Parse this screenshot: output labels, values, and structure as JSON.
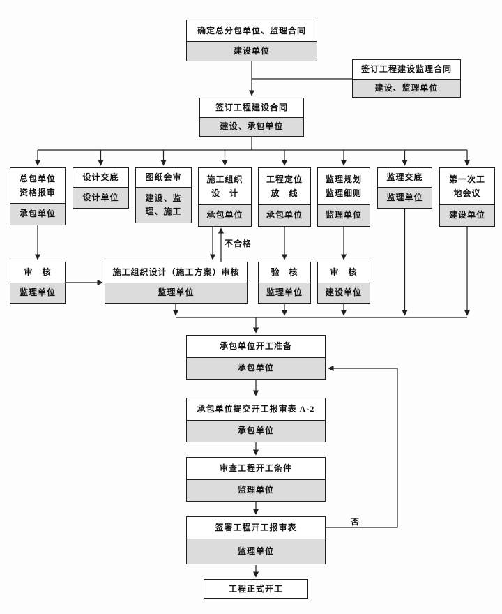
{
  "colors": {
    "background": "#fdfdfd",
    "box_fill": "#ffffff",
    "unit_fill": "#dcdcdc",
    "line": "#1f1f1f",
    "text": "#141414"
  },
  "nodes": {
    "n1": {
      "title": "确定总分包单位、监理合同",
      "unit": "建设单位"
    },
    "n2": {
      "title": "签订工程建设监理合同",
      "unit": "建设、监理单位"
    },
    "n3": {
      "title": "签订工程建设合同",
      "unit": "建设、承包单位"
    },
    "b1": {
      "title": "总包单位\n资格报审",
      "unit": "承包单位"
    },
    "b2": {
      "title": "设计交底",
      "unit": "设计单位"
    },
    "b3": {
      "title": "图纸会审",
      "unit": "建设、监\n理、施工"
    },
    "b4": {
      "title": "施工组织\n设　计",
      "unit": "承包单位"
    },
    "b5": {
      "title": "工程定位\n放　线",
      "unit": "承包单位"
    },
    "b6": {
      "title": "监理规划\n监理细则",
      "unit": "监理单位"
    },
    "b7": {
      "title": "监理交底",
      "unit": "监理单位"
    },
    "b8": {
      "title": "第一次工\n地会议",
      "unit": "建设单位"
    },
    "r1": {
      "title": "审　核",
      "unit": "监理单位"
    },
    "r2": {
      "title": "施工组织设计（施工方案）审核",
      "unit": "监理单位"
    },
    "r3": {
      "title": "验　核",
      "unit": "监理单位"
    },
    "r4": {
      "title": "审　核",
      "unit": "建设单位"
    },
    "m1": {
      "title": "承包单位开工准备",
      "unit": "承包单位"
    },
    "m2": {
      "title": "承包单位提交开工报审表 A-2",
      "unit": "承包单位"
    },
    "m3": {
      "title": "审查工程开工条件",
      "unit": "监理单位"
    },
    "m4": {
      "title": "签署工程开工报审表",
      "unit": "监理单位"
    },
    "m5": {
      "title": "工程正式开工"
    }
  },
  "labels": {
    "fail": "不合格",
    "no": "否"
  }
}
